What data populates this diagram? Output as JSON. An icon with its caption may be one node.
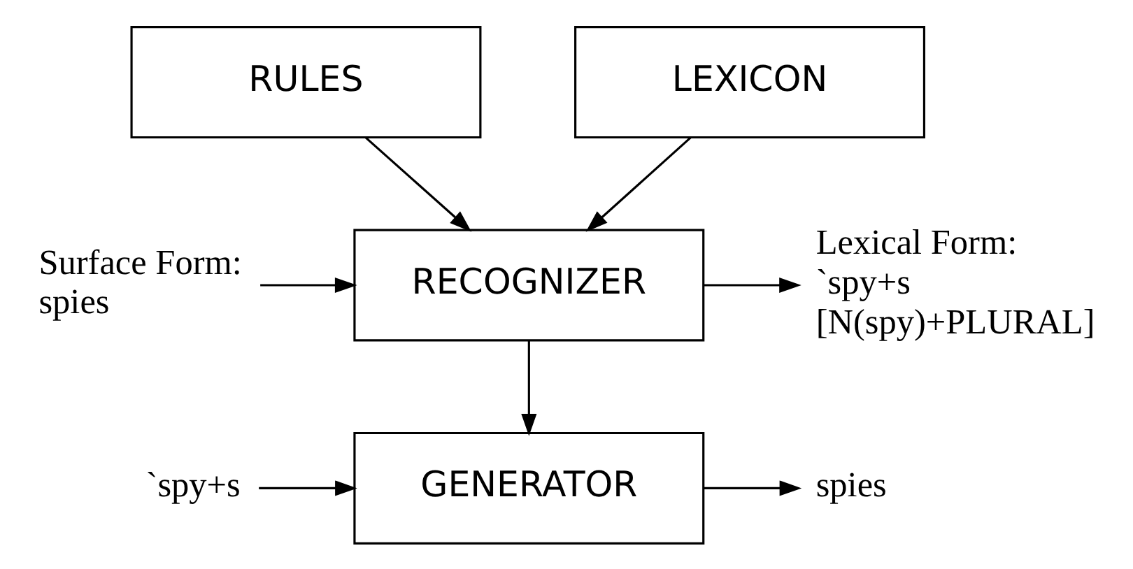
{
  "diagram": {
    "nodes": [
      {
        "text": [
          "RULES"
        ]
      },
      {
        "text": [
          "LEXICON"
        ]
      },
      {
        "text": [
          "RECOGNIZER"
        ]
      },
      {
        "text": [
          "Surface Form:",
          "spies"
        ]
      },
      {
        "text": [
          "Lexical Form:",
          "`spy+s",
          "[N(spy)+PLURAL]"
        ]
      },
      {
        "text": [
          "GENERATOR"
        ]
      },
      {
        "text": [
          "spies"
        ]
      },
      {
        "text": [
          "`spy+s"
        ]
      }
    ],
    "edges": [
      {
        "from": 0,
        "to": 2,
        "arrow": "to"
      },
      {
        "from": 1,
        "to": 2,
        "arrow": "to"
      },
      {
        "from": 3,
        "to": 2,
        "arrow": "to"
      },
      {
        "from": 2,
        "to": 4,
        "arrow": "to"
      },
      {
        "from": 2,
        "to": 5,
        "arrow": "to"
      },
      {
        "from": 5,
        "to": 6,
        "arrow": "to"
      },
      {
        "from": 7,
        "to": 5,
        "arrow": "to"
      }
    ]
  }
}
